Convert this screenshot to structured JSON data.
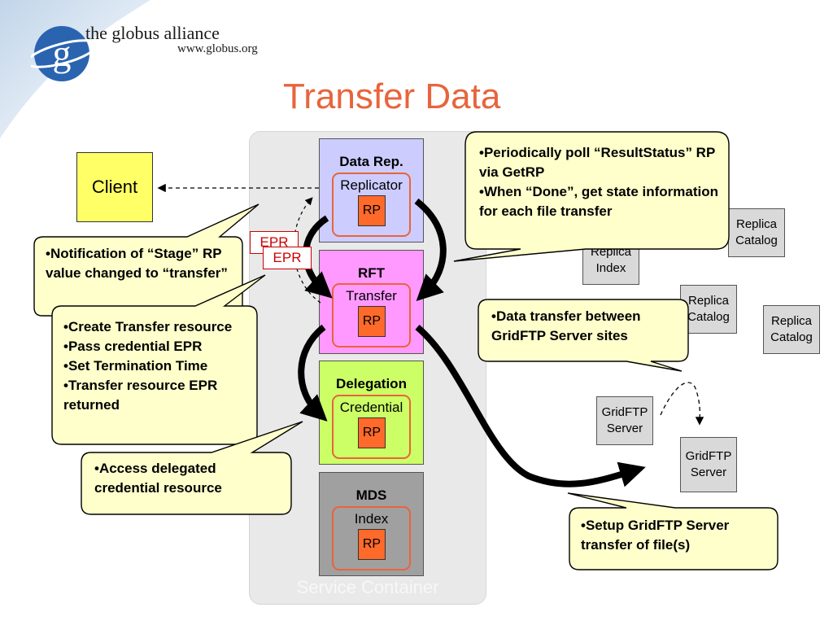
{
  "header": {
    "logo_title": "the globus alliance",
    "logo_url": "www.globus.org",
    "logo_letter": "g",
    "slide_title": "Transfer Data"
  },
  "client": {
    "label": "Client"
  },
  "container": {
    "label": "Service Container"
  },
  "services": {
    "data_rep": {
      "title": "Data Rep.",
      "inner": "Replicator",
      "rp": "RP"
    },
    "rft": {
      "title": "RFT",
      "inner": "Transfer",
      "rp": "RP"
    },
    "delegation": {
      "title": "Delegation",
      "inner": "Credential",
      "rp": "RP"
    },
    "mds": {
      "title": "MDS",
      "inner": "Index",
      "rp": "RP"
    }
  },
  "epr": {
    "back": "EPR",
    "front": "EPR"
  },
  "callouts": {
    "notification": "•Notification of “Stage” RP value changed to “transfer”",
    "create": [
      "•Create Transfer resource",
      "•Pass credential EPR",
      "•Set Termination Time",
      "•Transfer resource EPR returned"
    ],
    "access": "•Access delegated credential resource",
    "poll": [
      "•Periodically poll “ResultStatus” RP via GetRP",
      "•When “Done”, get state information for each file transfer"
    ],
    "data_transfer": "•Data transfer between GridFTP Server sites",
    "setup": "•Setup GridFTP Server transfer of file(s)"
  },
  "grey_boxes": {
    "replica_index": "Replica Index",
    "replica_catalog_1": "Replica Catalog",
    "replica_catalog_2": "Replica Catalog",
    "replica_catalog_3": "Replica Catalog",
    "gridftp_1": "GridFTP Server",
    "gridftp_2": "GridFTP Server"
  },
  "colors": {
    "title": "#e8643c",
    "data_rep_bg": "#ccccff",
    "rft_bg": "#ff99ff",
    "delegation_bg": "#ccff66",
    "mds_bg": "#a0a0a0",
    "rp_fill": "#ff6a2a",
    "callout_fill": "#ffffcc",
    "client_fill": "#ffff66",
    "epr_color": "#cc0000"
  }
}
